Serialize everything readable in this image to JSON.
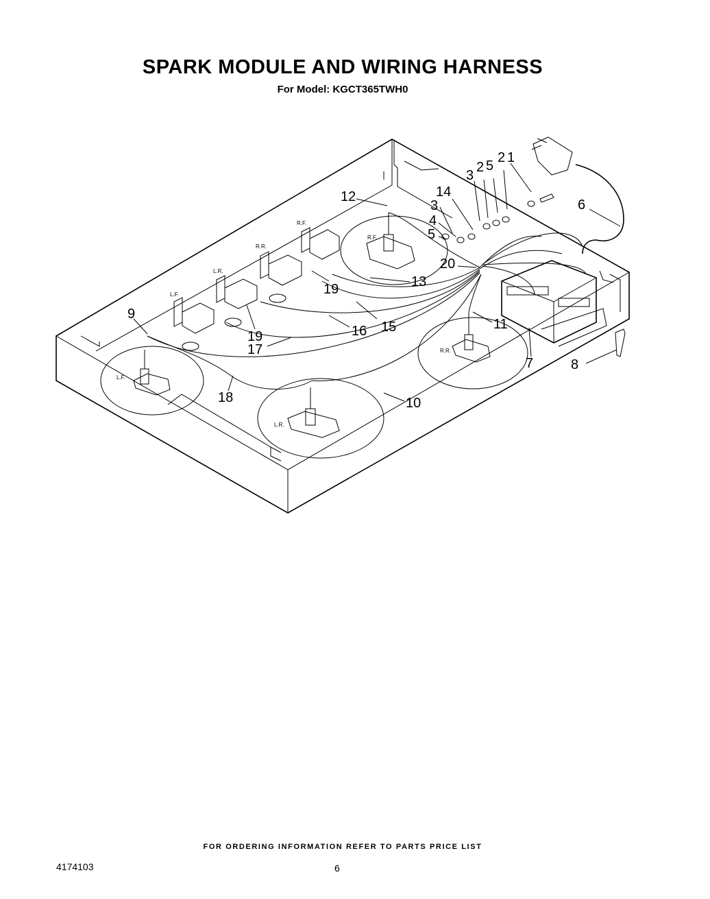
{
  "header": {
    "title": "SPARK MODULE AND WIRING HARNESS",
    "subtitle": "For Model: KGCT365TWH0"
  },
  "footer": {
    "ordering_note": "FOR ORDERING INFORMATION REFER TO PARTS PRICE LIST",
    "doc_number": "4174103",
    "page_number": "6"
  },
  "diagram": {
    "burner_labels": {
      "rf_top": "R.F.",
      "rr_top": "R.R.",
      "lr_top": "L.R.",
      "lf_top": "L.F.",
      "rf": "R.F.",
      "rr": "R.R.",
      "lf": "L.F.",
      "lr": "L.R."
    },
    "callouts": {
      "c1": "1",
      "c2a": "2",
      "c5a": "5",
      "c2b": "2",
      "c3a": "3",
      "c6": "6",
      "c14": "14",
      "c12": "12",
      "c3b": "3",
      "c4": "4",
      "c5b": "5",
      "c20": "20",
      "c13": "13",
      "c19a": "19",
      "c15": "15",
      "c16": "16",
      "c11": "11",
      "c9": "9",
      "c19b": "19",
      "c17": "17",
      "c7": "7",
      "c8": "8",
      "c18": "18",
      "c10": "10"
    }
  }
}
